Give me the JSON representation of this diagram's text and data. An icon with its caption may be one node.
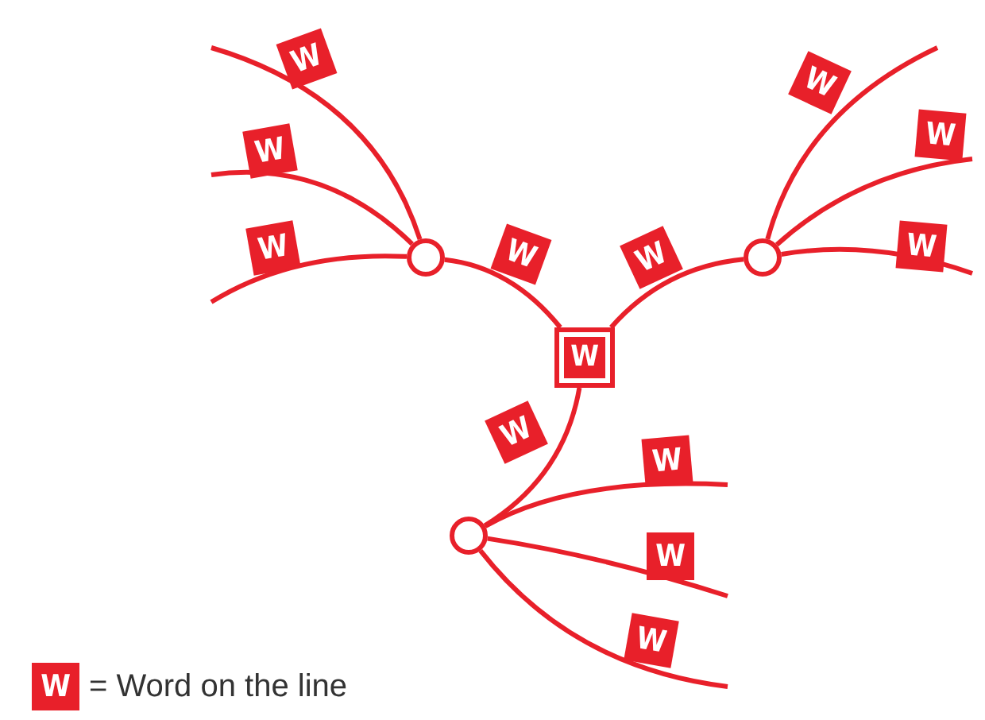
{
  "diagram": {
    "nodes": [
      {
        "text": [
          "W"
        ]
      },
      {
        "text": [],
        "shape": "circle"
      },
      {
        "text": [],
        "shape": "circle"
      },
      {
        "text": [],
        "shape": "circle"
      }
    ],
    "edges": [
      {
        "from": 0,
        "to": 1,
        "arrow": "none",
        "label": "W"
      },
      {
        "from": 0,
        "to": 2,
        "arrow": "none",
        "label": "W"
      },
      {
        "from": 0,
        "to": 3,
        "arrow": "none",
        "label": "W"
      },
      {
        "from": 1,
        "to": null,
        "arrow": "none",
        "label": "W"
      },
      {
        "from": 1,
        "to": null,
        "arrow": "none",
        "label": "W"
      },
      {
        "from": 1,
        "to": null,
        "arrow": "none",
        "label": "W"
      },
      {
        "from": 2,
        "to": null,
        "arrow": "none",
        "label": "W"
      },
      {
        "from": 2,
        "to": null,
        "arrow": "none",
        "label": "W"
      },
      {
        "from": 2,
        "to": null,
        "arrow": "none",
        "label": "W"
      },
      {
        "from": 3,
        "to": null,
        "arrow": "none",
        "label": "W"
      },
      {
        "from": 3,
        "to": null,
        "arrow": "none",
        "label": "W"
      },
      {
        "from": 3,
        "to": null,
        "arrow": "none",
        "label": "W"
      }
    ],
    "labels": [
      "W",
      "= Word on the line"
    ]
  }
}
